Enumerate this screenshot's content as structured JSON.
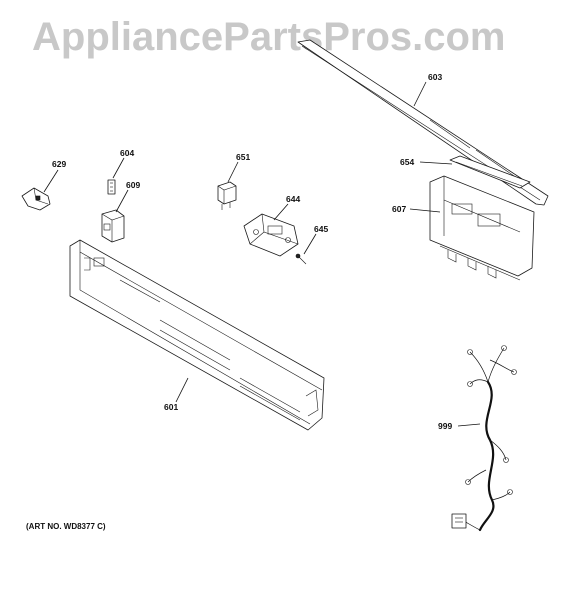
{
  "watermark": "AppliancePartsPros.com",
  "art_number": "(ART NO. WD8377 C)",
  "callouts": {
    "p603": "603",
    "p604": "604",
    "p629": "629",
    "p609": "609",
    "p651": "651",
    "p644": "644",
    "p645": "645",
    "p654": "654",
    "p607": "607",
    "p601": "601",
    "p999": "999"
  }
}
